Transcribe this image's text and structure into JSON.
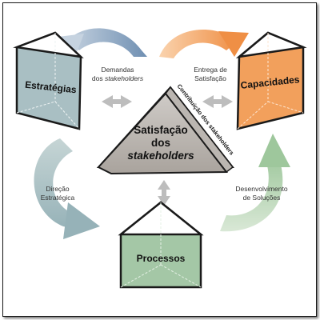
{
  "diagram": {
    "center": {
      "line1": "Satisfação",
      "line2": "dos",
      "line3": "stakeholders",
      "side_label": "Contribuição dos stakeholders"
    },
    "prisms": {
      "strategies": {
        "label": "Estratégias",
        "color": "#a9bfc3"
      },
      "capabilities": {
        "label": "Capacidades",
        "color": "#f2a05c"
      },
      "processes": {
        "label": "Processos",
        "color": "#a4c7a6"
      }
    },
    "flows": {
      "demands": {
        "line1": "Demandas",
        "line2_plain": "dos ",
        "line2_italic": "stakeholders"
      },
      "delivery": {
        "line1": "Entrega de",
        "line2": "Satisfação"
      },
      "direction": {
        "line1": "Direção",
        "line2": "Estratégica"
      },
      "development": {
        "line1": "Desenvolvimento",
        "line2": "de Soluções"
      }
    },
    "colors": {
      "blue_arrow": "#8ea8c4",
      "orange_arrow": "#f2a663",
      "green_arrow": "#b5d0b2",
      "teal_arrow": "#b0c4c4",
      "double_arrow": "#bdbdbd",
      "center_fill": "#bbb6b1"
    }
  }
}
